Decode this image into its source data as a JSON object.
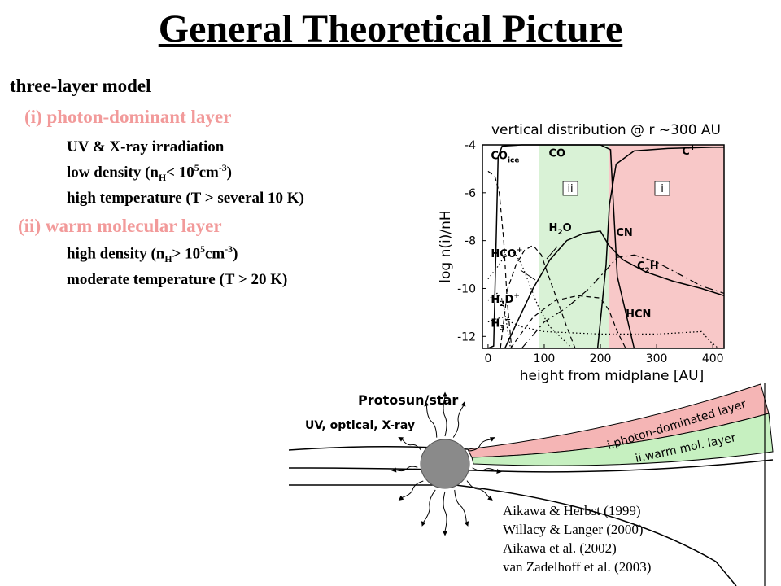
{
  "slide": {
    "title": "General Theoretical Picture",
    "model_heading": "three-layer model",
    "layer_i": {
      "heading": "(i) photon-dominant layer",
      "line1": "UV & X-ray irradiation",
      "line2": "low density (n",
      "line2_sub": "H",
      "line2_mid": "< 10",
      "line2_sup": "5",
      "line2_unit": "cm",
      "line2_unit_sup": "-3",
      "line2_end": ")",
      "line3": "high temperature (T > several 10 K)"
    },
    "layer_ii": {
      "heading": "(ii) warm molecular layer",
      "line1": "high density (n",
      "line1_sub": "H",
      "line1_mid": "> 10",
      "line1_sup": "5",
      "line1_unit": "cm",
      "line1_unit_sup": "-3",
      "line1_end": ")",
      "line2": "moderate temperature (T > 20 K)"
    },
    "references": [
      "Aikawa & Herbst (1999)",
      "Willacy & Langer (2000)",
      "Aikawa et al. (2002)",
      "van Zadelhoff et al. (2003)"
    ]
  },
  "chart_data": [
    {
      "type": "line",
      "title": "vertical distribution @ r ~300 AU",
      "xlabel": "height from midplane [AU]",
      "ylabel": "log n(i)/nH",
      "xlim": [
        -10,
        420
      ],
      "ylim": [
        -12.5,
        -4
      ],
      "xticks": [
        0,
        100,
        200,
        300,
        400
      ],
      "yticks": [
        -4,
        -6,
        -8,
        -10,
        -12
      ],
      "regions": [
        {
          "label": "ii",
          "from": 90,
          "to": 215,
          "color": "#d9f2d6"
        },
        {
          "label": "i",
          "from": 215,
          "to": 420,
          "color": "#f8c8c8"
        }
      ],
      "species_labels": [
        {
          "label": "CO",
          "sub": "ice",
          "x": 5,
          "y": -4.6
        },
        {
          "label": "CO",
          "x": 108,
          "y": -4.5
        },
        {
          "label": "C",
          "sup": "+",
          "x": 345,
          "y": -4.4
        },
        {
          "label": "H",
          "sub": "2",
          "tail": "O",
          "x": 108,
          "y": -7.6
        },
        {
          "label": "CN",
          "x": 228,
          "y": -7.8
        },
        {
          "label": "HCO",
          "sup": "+",
          "x": 5,
          "y": -8.7
        },
        {
          "label": "C",
          "sub": "2",
          "tail": "H",
          "x": 265,
          "y": -9.2
        },
        {
          "label": "H",
          "sub": "2",
          "tail": "D",
          "sup": "+",
          "x": 5,
          "y": -10.6
        },
        {
          "label": "HCN",
          "x": 245,
          "y": -11.2
        },
        {
          "label": "H",
          "sub": "3",
          "sup": "+",
          "x": 5,
          "y": -11.6
        }
      ],
      "series": [
        {
          "name": "CO",
          "style": "solid",
          "x": [
            0,
            10,
            18,
            25,
            60,
            130,
            200,
            218,
            222,
            230,
            260
          ],
          "y": [
            -12.5,
            -12.4,
            -4.5,
            -4.05,
            -4.0,
            -4.0,
            -4.0,
            -4.2,
            -6.0,
            -9.5,
            -12.5
          ]
        },
        {
          "name": "C+",
          "style": "solid",
          "x": [
            195,
            210,
            216,
            228,
            260,
            320,
            400,
            420
          ],
          "y": [
            -12.5,
            -9.0,
            -6.5,
            -4.8,
            -4.25,
            -4.15,
            -4.1,
            -4.1
          ]
        },
        {
          "name": "CN",
          "style": "solid",
          "x": [
            30,
            50,
            80,
            110,
            140,
            170,
            200,
            215,
            240,
            280,
            330,
            380,
            420
          ],
          "y": [
            -12.5,
            -11.5,
            -10.0,
            -8.8,
            -8.0,
            -7.7,
            -7.6,
            -8.2,
            -8.8,
            -9.3,
            -9.7,
            -10.0,
            -10.3
          ]
        },
        {
          "name": "CO ice",
          "style": "dashed",
          "x": [
            0,
            12,
            20,
            28,
            34,
            42
          ],
          "y": [
            -5.1,
            -5.3,
            -6.0,
            -8.0,
            -10.5,
            -12.5
          ]
        },
        {
          "name": "H2O",
          "style": "dashed",
          "x": [
            22,
            35,
            50,
            65,
            80,
            95,
            105,
            125,
            140,
            155
          ],
          "y": [
            -12.5,
            -10.0,
            -9.0,
            -8.4,
            -8.2,
            -8.6,
            -9.3,
            -10.6,
            -11.6,
            -12.5
          ]
        },
        {
          "name": "C2H",
          "style": "dashdot",
          "x": [
            60,
            100,
            140,
            180,
            215,
            230,
            260,
            300,
            340,
            380,
            420
          ],
          "y": [
            -12.5,
            -11.4,
            -10.8,
            -10.0,
            -9.1,
            -8.7,
            -8.6,
            -8.9,
            -9.4,
            -9.9,
            -10.2
          ]
        },
        {
          "name": "HCN",
          "style": "dashed",
          "x": [
            40,
            80,
            120,
            160,
            200,
            215,
            230,
            245
          ],
          "y": [
            -12.5,
            -11.2,
            -10.5,
            -10.3,
            -10.4,
            -10.9,
            -11.8,
            -12.5
          ]
        },
        {
          "name": "HCO+",
          "style": "dotted",
          "x": [
            0,
            10,
            20,
            30,
            40,
            50,
            60,
            75,
            90,
            110,
            150
          ],
          "y": [
            -9.6,
            -9.3,
            -9.0,
            -8.6,
            -8.4,
            -8.6,
            -9.0,
            -9.9,
            -10.8,
            -11.6,
            -12.5
          ]
        },
        {
          "name": "H2D+",
          "style": "dotted",
          "x": [
            0,
            8,
            16,
            24,
            30,
            40
          ],
          "y": [
            -10.5,
            -10.3,
            -10.2,
            -10.4,
            -11.0,
            -12.5
          ]
        },
        {
          "name": "H3+",
          "style": "dotted",
          "x": [
            0,
            10,
            25,
            40,
            60,
            100,
            200,
            300,
            380,
            395,
            410
          ],
          "y": [
            -11.4,
            -11.3,
            -11.2,
            -11.4,
            -11.6,
            -11.8,
            -11.9,
            -11.9,
            -11.8,
            -12.2,
            -12.5
          ]
        }
      ]
    },
    {
      "type": "diagram",
      "star_label": "Protosun/star",
      "radiation_label": "UV, optical, X-ray",
      "layer_labels": [
        "i.photon-dominated layer",
        "ii.warm mol. layer"
      ],
      "layer_colors": [
        "#f5b5b5",
        "#c6f0c0"
      ]
    }
  ]
}
